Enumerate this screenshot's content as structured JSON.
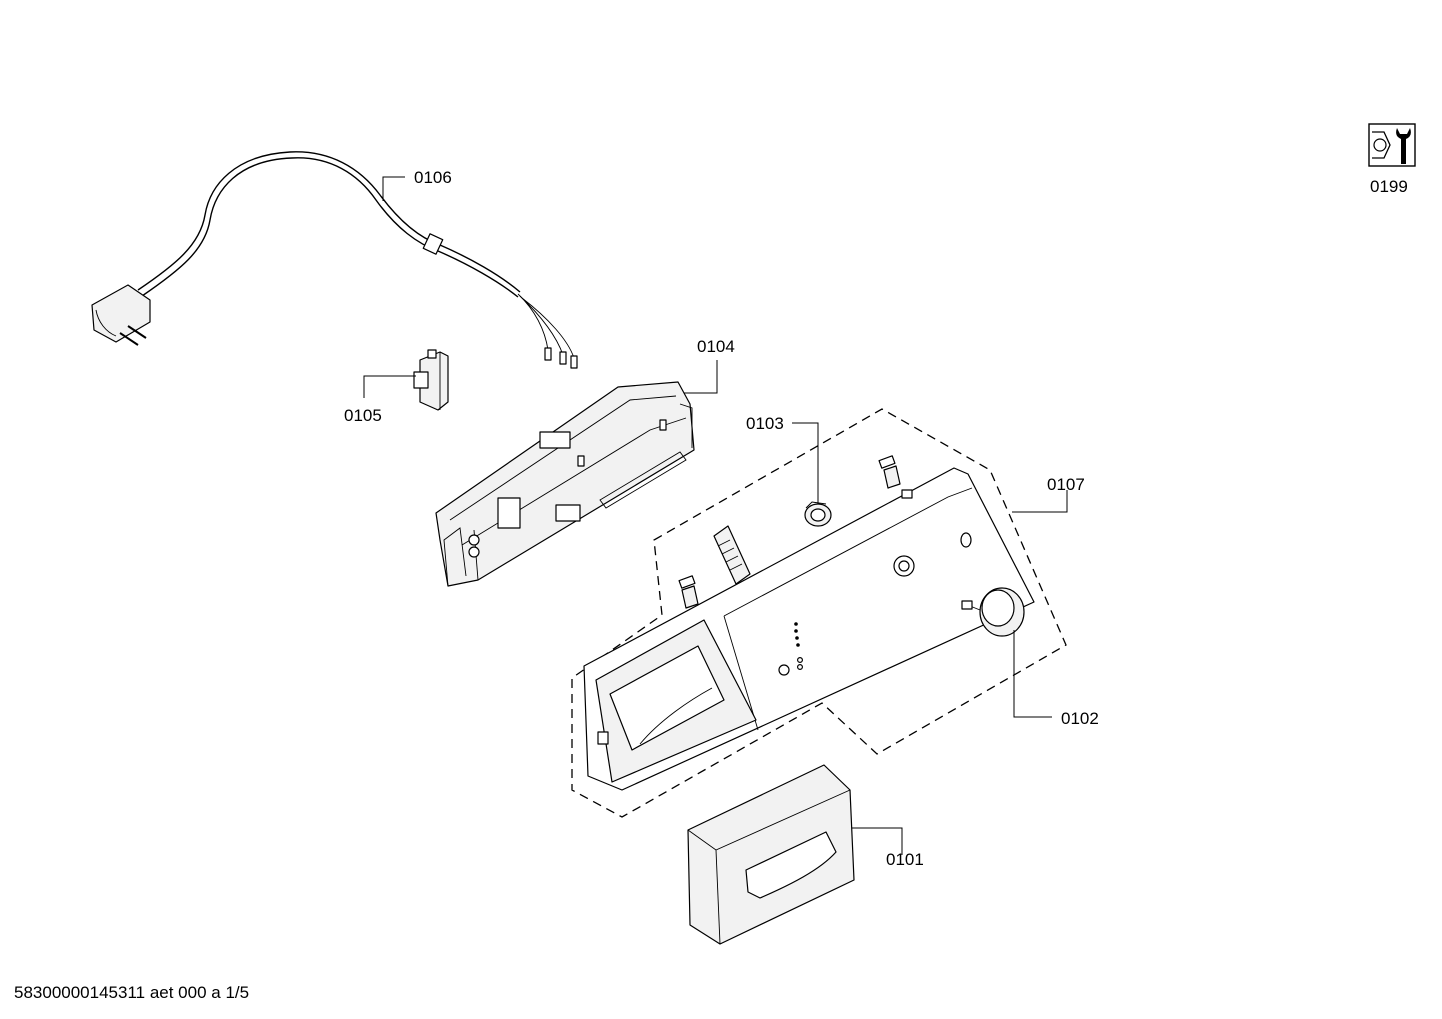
{
  "labels": {
    "p0101": "0101",
    "p0102": "0102",
    "p0103": "0103",
    "p0104": "0104",
    "p0105": "0105",
    "p0106": "0106",
    "p0107": "0107",
    "p0199": "0199"
  },
  "footer": {
    "drawing_id": "58300000145311 aet 000 a 1/5"
  },
  "icons": {
    "p0199": "wrench-nut-icon"
  },
  "colors": {
    "line": "#000000",
    "background": "#ffffff",
    "part_fill": "#f2f2f2"
  }
}
